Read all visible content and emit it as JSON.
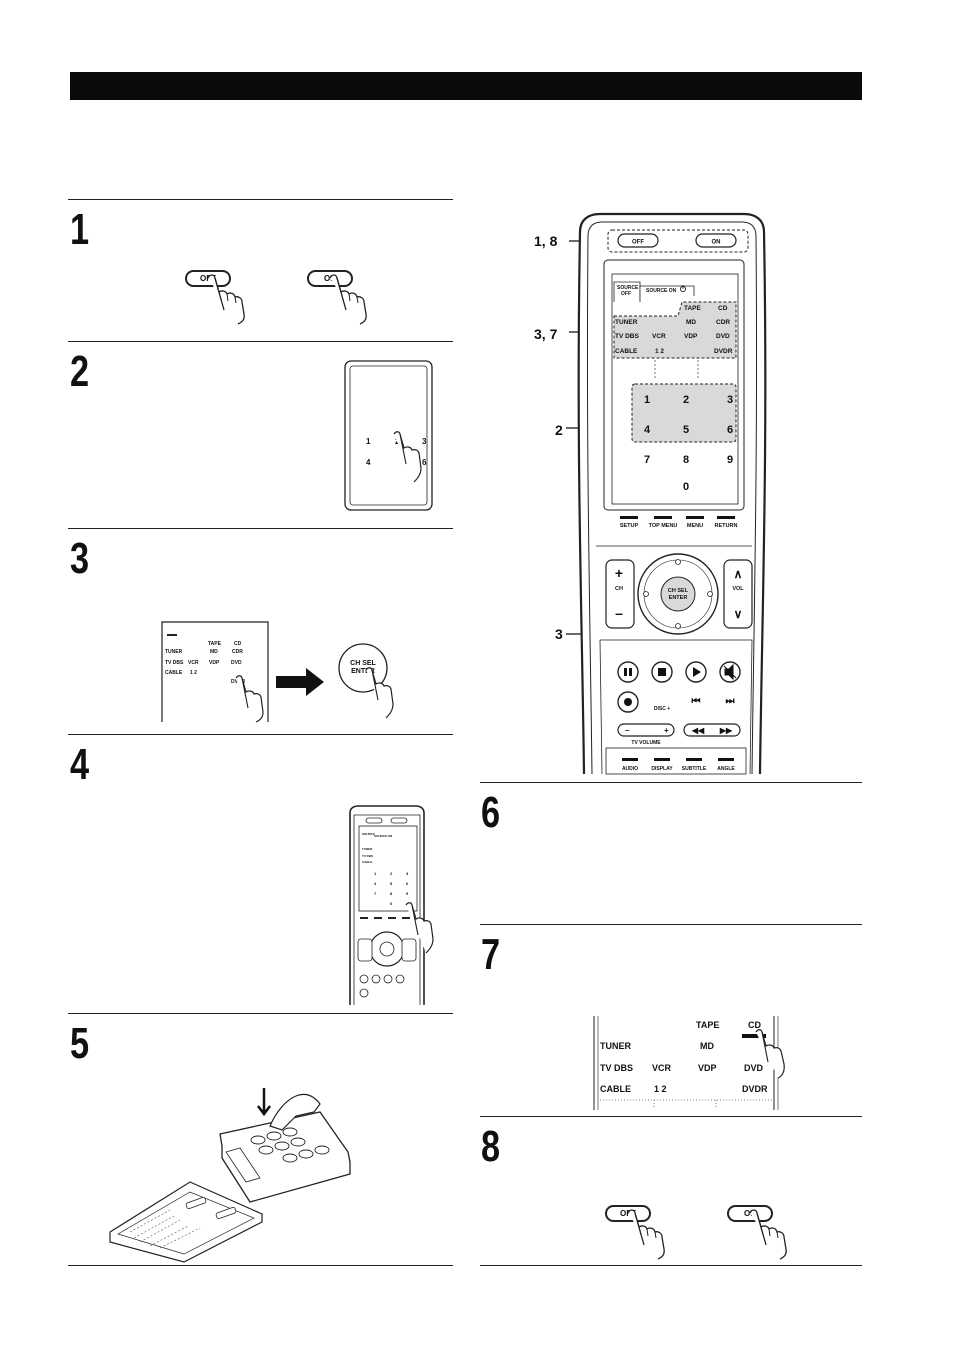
{
  "steps": [
    {
      "number": "1"
    },
    {
      "number": "2"
    },
    {
      "number": "3"
    },
    {
      "number": "4"
    },
    {
      "number": "5"
    },
    {
      "number": "6"
    },
    {
      "number": "7"
    },
    {
      "number": "8"
    }
  ],
  "buttons": {
    "off_label": "OFF",
    "on_label": "ON",
    "ch_sel": "CH SEL",
    "enter": "ENTER"
  },
  "callouts": {
    "c18": "1, 8",
    "c37": "3, 7",
    "c2": "2",
    "c3": "3"
  },
  "remote": {
    "source_off": "SOURCE OFF",
    "source_on": "SOURCE ON",
    "sources": [
      [
        "",
        "",
        "TAPE",
        "CD"
      ],
      [
        "TUNER",
        "",
        "MD",
        "CDR"
      ],
      [
        "TV DBS",
        "VCR",
        "VDP",
        "DVD"
      ],
      [
        "CABLE",
        "1 2",
        "",
        "DVDR"
      ]
    ],
    "keypad": [
      "1",
      "2",
      "3",
      "4",
      "5",
      "6",
      "7",
      "8",
      "9",
      "0"
    ],
    "func_keys": [
      "SETUP",
      "TOP MENU",
      "MENU",
      "RETURN"
    ],
    "ch_label": "CH",
    "vol_label": "VOL",
    "disc_label": "DISC +",
    "tv_volume": "TV VOLUME",
    "bottom_keys": [
      "AUDIO",
      "DISPLAY",
      "SUBTITLE",
      "ANGLE"
    ]
  },
  "step7_panel": {
    "rows": [
      [
        "",
        "",
        "TAPE",
        "CD"
      ],
      [
        "TUNER",
        "",
        "MD",
        ""
      ],
      [
        "TV DBS",
        "VCR",
        "VDP",
        "DVD"
      ],
      [
        "CABLE",
        "1 2",
        "",
        "DVDR"
      ]
    ]
  }
}
